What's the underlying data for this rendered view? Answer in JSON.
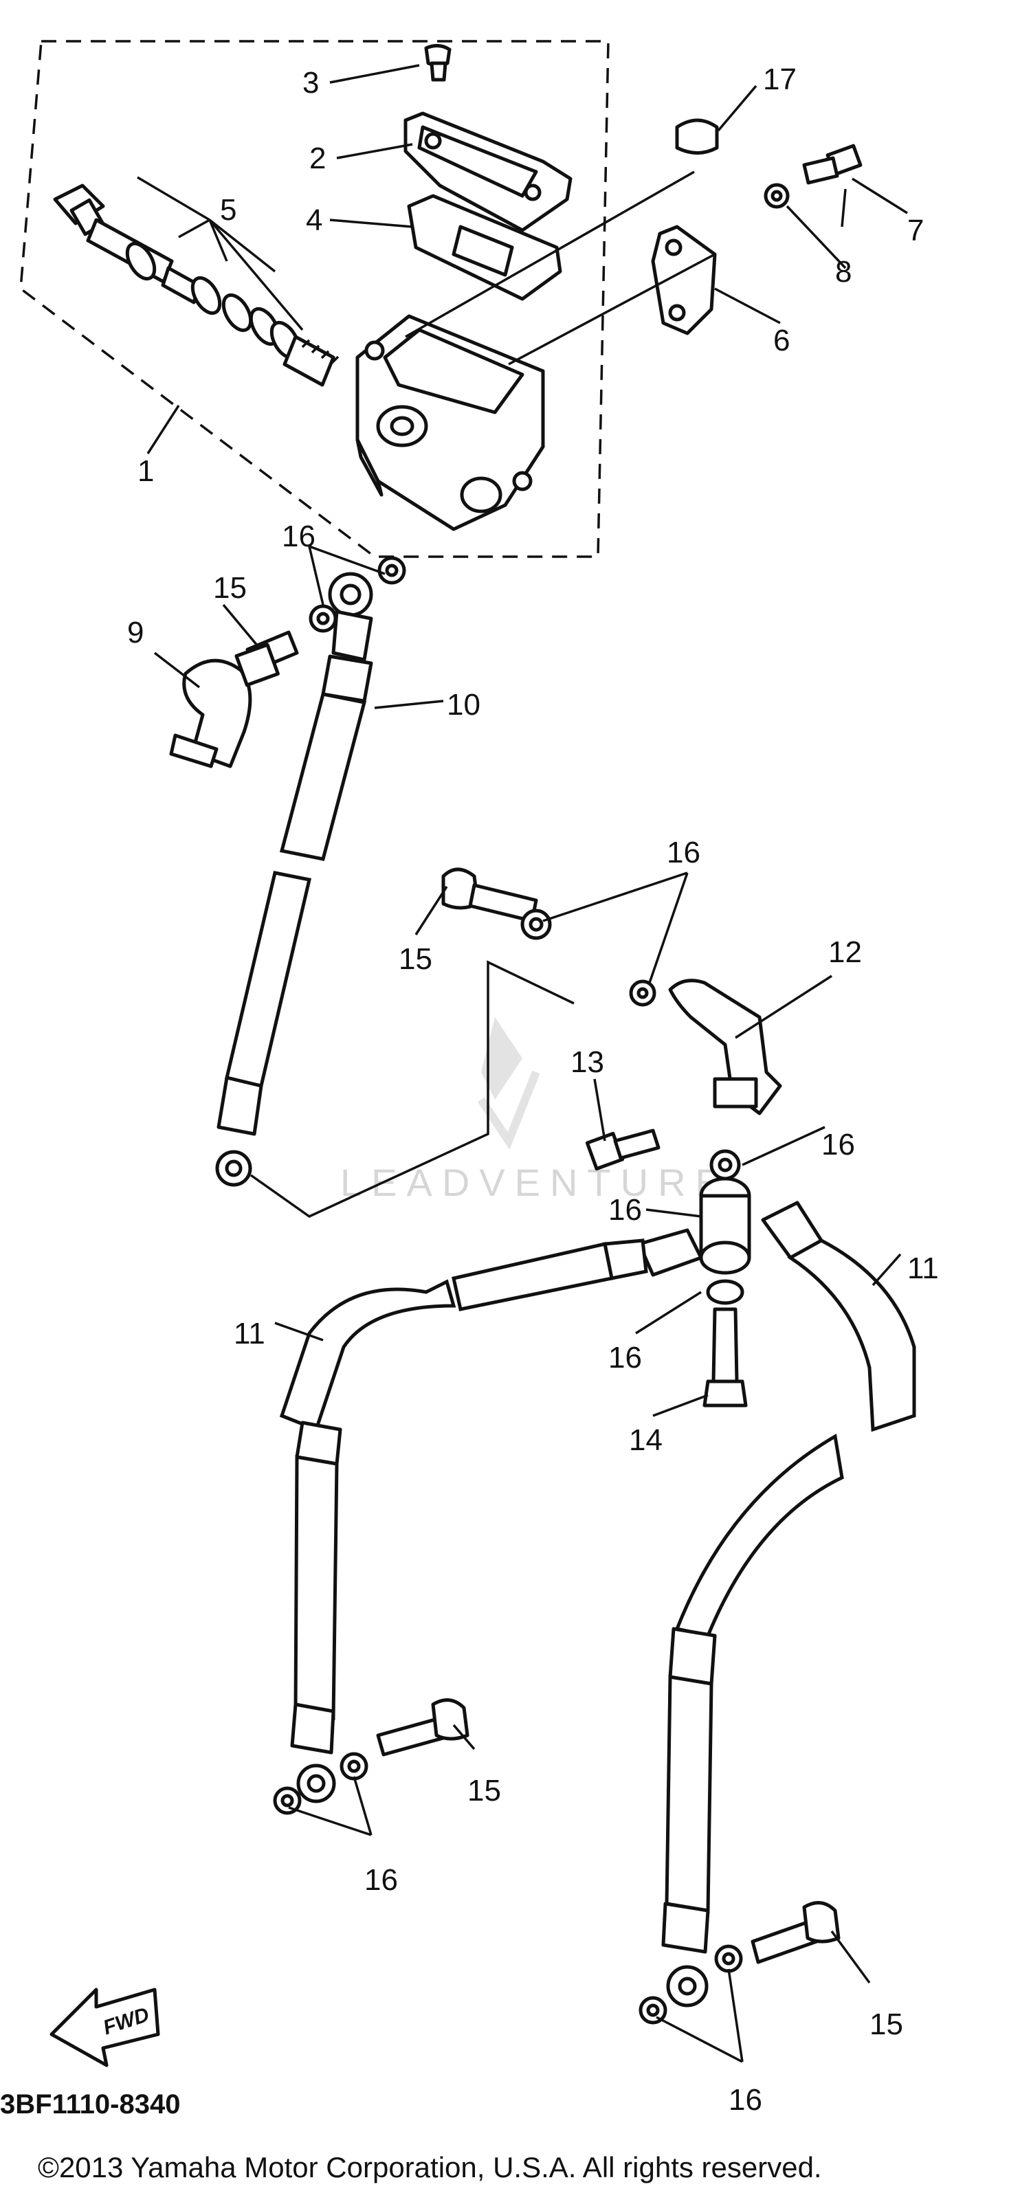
{
  "diagram": {
    "callouts": [
      "1",
      "2",
      "3",
      "4",
      "5",
      "6",
      "7",
      "8",
      "9",
      "10",
      "11",
      "12",
      "13",
      "14",
      "15",
      "16",
      "17"
    ],
    "code": "3BF1110-8340",
    "copyright": "©2013 Yamaha Motor Corporation, U.S.A. All rights reserved.",
    "fwd_label": "FWD",
    "watermark": "LEADVENTURE"
  }
}
